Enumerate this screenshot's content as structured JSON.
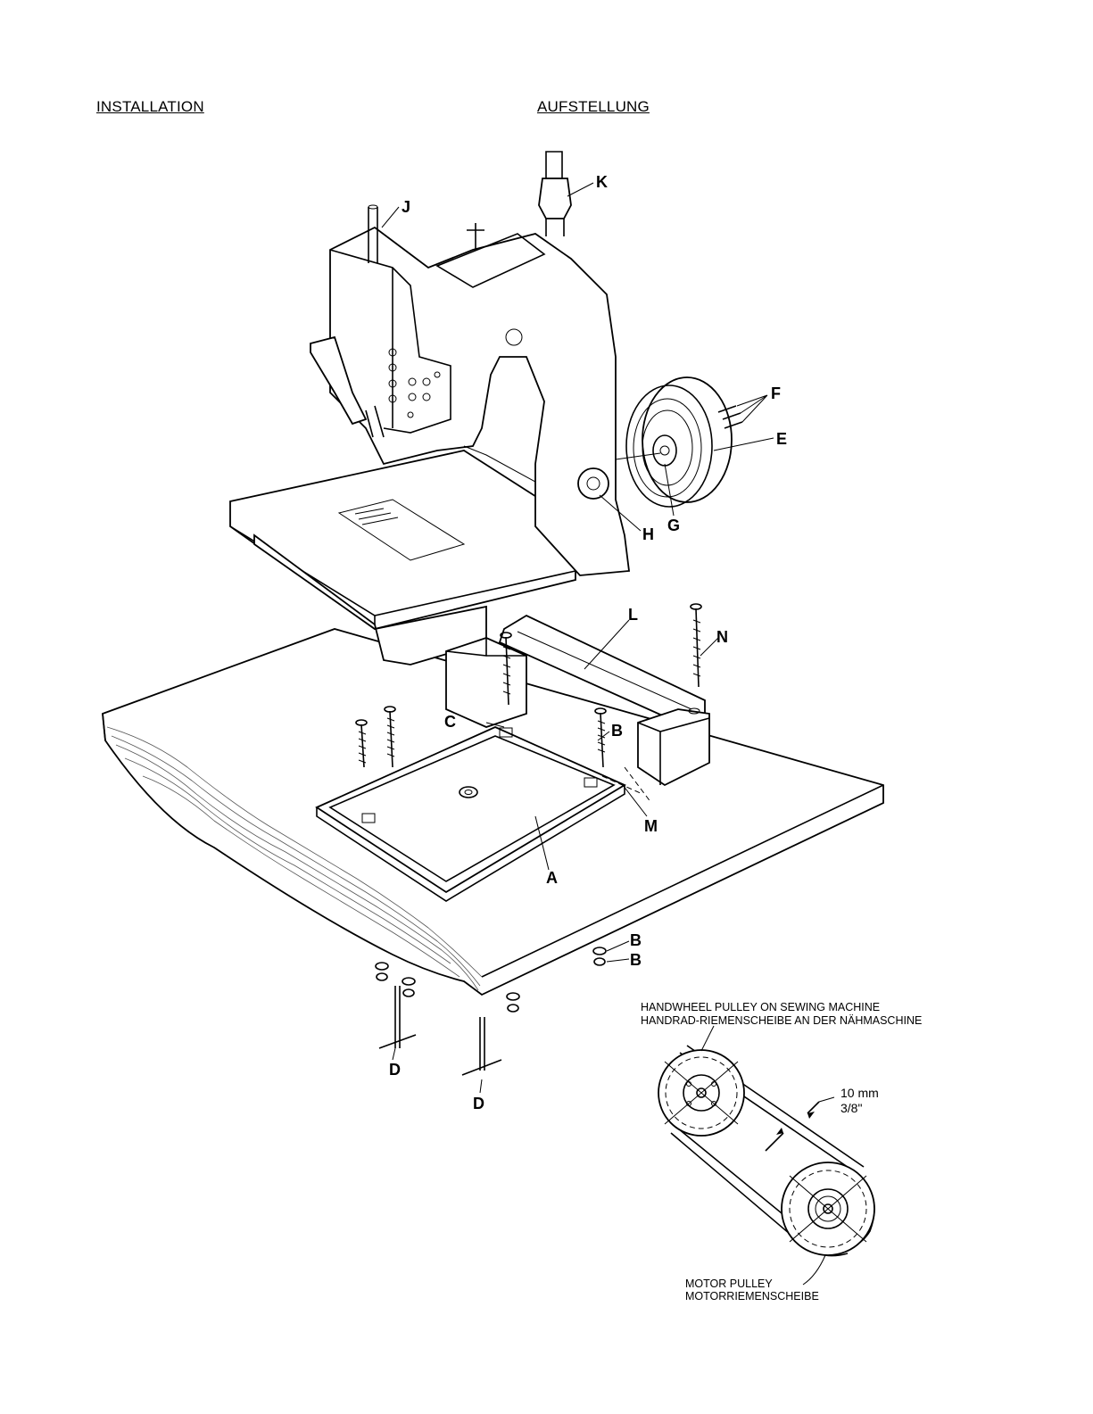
{
  "headings": {
    "left": "INSTALLATION",
    "right": "AUFSTELLUNG"
  },
  "part_labels": {
    "J": "J",
    "K": "K",
    "F": "F",
    "E": "E",
    "G": "G",
    "H": "H",
    "L": "L",
    "N": "N",
    "C": "C",
    "B_upper": "B",
    "M": "M",
    "A": "A",
    "B_washer": "B",
    "B_nut": "B",
    "D_left": "D",
    "D_right": "D"
  },
  "belt_diagram": {
    "handwheel_caption_en": "HANDWHEEL PULLEY ON SEWING MACHINE",
    "handwheel_caption_de": "HANDRAD-RIEMENSCHEIBE AN DER NÄHMASCHINE",
    "deflection_mm": "10 mm",
    "deflection_in": "3/8\"",
    "motor_caption_en": "MOTOR PULLEY",
    "motor_caption_de": "MOTORRIEMENSCHEIBE"
  }
}
